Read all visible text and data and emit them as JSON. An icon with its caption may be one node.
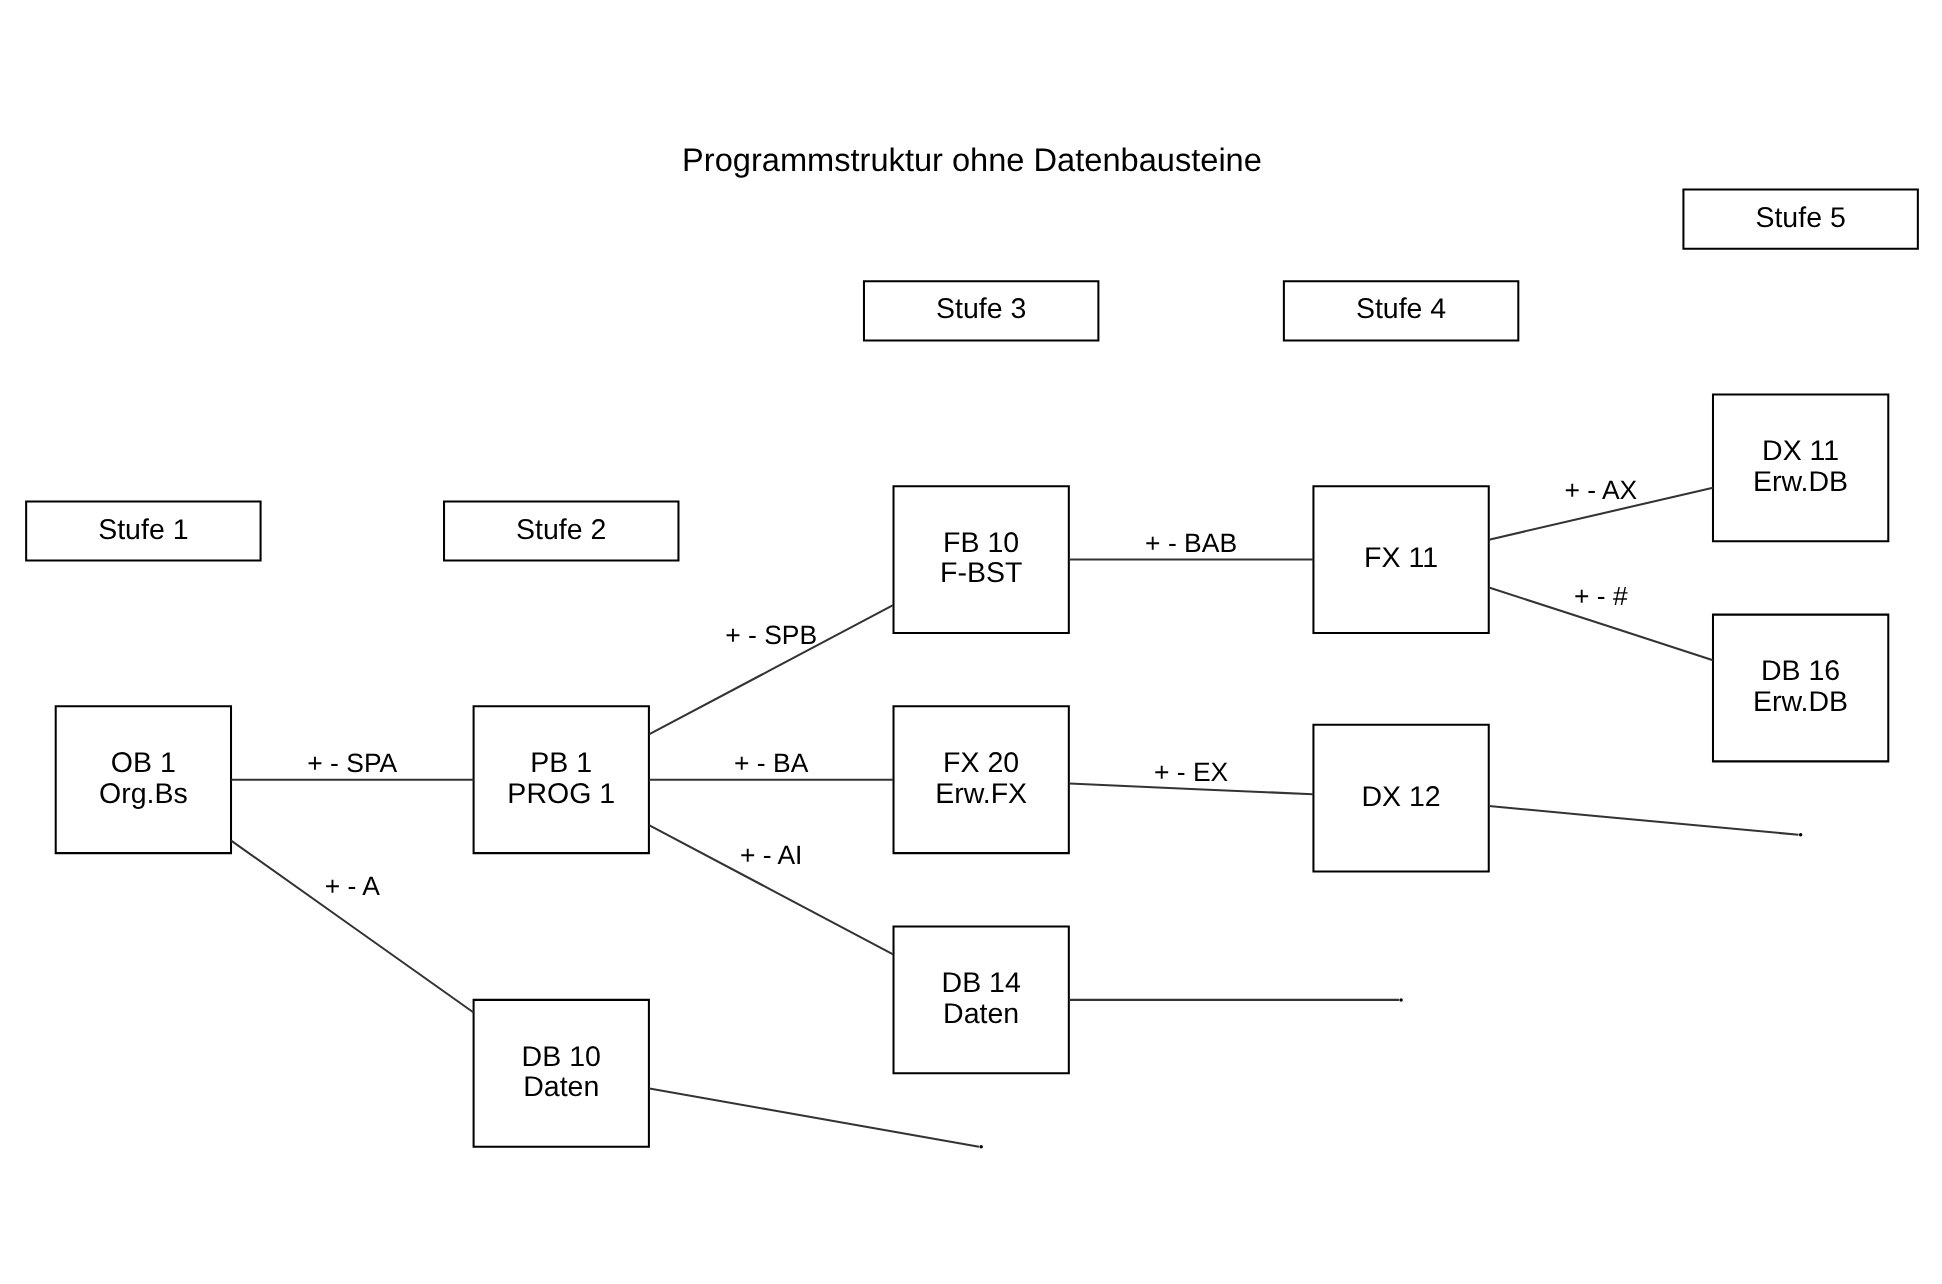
{
  "diagram": {
    "title": "Programmstruktur ohne Datenbausteine",
    "nodes": [
      {
        "text": [
          "OB 1",
          "Org.Bs"
        ]
      },
      {
        "text": [
          "PB 1",
          "PROG 1"
        ]
      },
      {
        "text": [
          "FB 10",
          "F-BST"
        ]
      },
      {
        "text": [
          "FX 11"
        ]
      },
      {
        "text": [
          "DX 11",
          "Erw.DB"
        ]
      },
      {
        "text": [
          "DB 10",
          "Daten"
        ]
      },
      {
        "text": [
          "FX 20",
          "Erw.FX"
        ]
      },
      {
        "text": [
          "DX 12"
        ]
      },
      {
        "text": [
          "DB 16",
          "Erw.DB"
        ]
      },
      {
        "text": [
          "DB 14",
          "Daten"
        ]
      }
    ],
    "edges": [
      {
        "from": 0,
        "to": 1,
        "arrow": "none",
        "label": "+ - SPA"
      },
      {
        "from": 0,
        "to": 5,
        "arrow": "none",
        "label": "+ - A"
      },
      {
        "from": 1,
        "to": 2,
        "arrow": "none",
        "label": "+ - SPB"
      },
      {
        "from": 1,
        "to": 6,
        "arrow": "none",
        "label": "+ - BA"
      },
      {
        "from": 1,
        "to": 9,
        "arrow": "none",
        "label": "+ - AI"
      },
      {
        "from": 2,
        "to": 3,
        "arrow": "none",
        "label": "+ - BAB"
      },
      {
        "from": 6,
        "to": 7,
        "arrow": "none",
        "label": "+ - EX"
      },
      {
        "from": 3,
        "to": 4,
        "arrow": "none",
        "label": "+ - AX"
      },
      {
        "from": 3,
        "to": 8,
        "arrow": "none",
        "label": "+ - #"
      },
      {
        "from": 5,
        "to": null,
        "arrow": "none"
      },
      {
        "from": 7,
        "to": null,
        "arrow": "none"
      },
      {
        "from": 9,
        "to": null,
        "arrow": "none"
      }
    ],
    "labels": [
      "Stufe 1",
      "Stufe 2",
      "Stufe 3",
      "Stufe 4",
      "Stufe 5"
    ]
  }
}
